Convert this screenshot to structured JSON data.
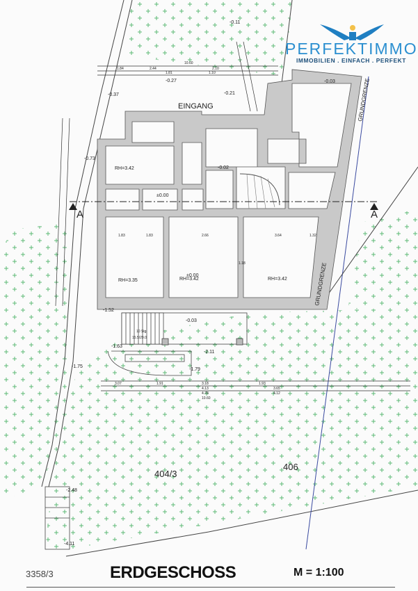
{
  "logo": {
    "name": "PERFEKTIMMO",
    "tagline": "IMMOBILIEN . EINFACH . PERFEKT",
    "brand_color": "#2b8fd0"
  },
  "plan": {
    "title": "ERDGESCHOSS",
    "scale": "M = 1:100",
    "entrance": "EINGANG",
    "boundary_label": "GRUNDGRENZE",
    "section_marker": "A",
    "room_heights": [
      "RH=3.42",
      "RH=3.35",
      "RH=3.42",
      "RH=3.42"
    ],
    "stairs": {
      "steps": "10 Stg",
      "ratio": "15.5/29.0"
    },
    "parcels": [
      "404/3",
      "406",
      "3358/3"
    ],
    "levels": [
      "-0.11",
      "-0.27",
      "-0.37",
      "-0.21",
      "-0.03",
      "-0.73",
      "±0.00",
      "-0.02",
      "±0.00",
      "-0.03",
      "-1.52",
      "-1.63",
      "-1.75",
      "-1.79",
      "-2.11",
      "-2.48",
      "-4.11"
    ],
    "dimensions_top": [
      "10.60",
      "1.84",
      "2.44",
      "2.10",
      "1.81",
      "1.10"
    ],
    "dimensions_bottom": [
      "3.07",
      "1.91",
      "3.18",
      "1.93",
      "4.13",
      "4.78",
      "3.65",
      "4.12",
      "10.60"
    ],
    "room_dims": [
      "1.83",
      "1.83",
      "2.66",
      "3.64",
      "1.32",
      "1.18"
    ]
  },
  "colors": {
    "wall": "#c9c9c9",
    "garden_mark": "#4fb36a",
    "dimension_green": "#2aa84a"
  }
}
